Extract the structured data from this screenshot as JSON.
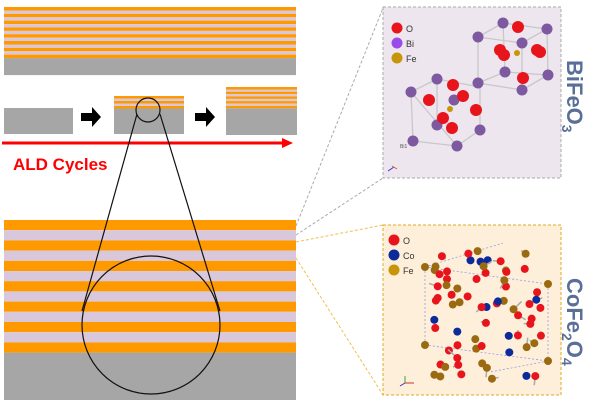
{
  "process": {
    "label": "ALD Cycles"
  },
  "bifeo3": {
    "formula_main": "BiFeO",
    "formula_sub": "3",
    "legend": [
      {
        "label": "O",
        "color": "#e8141c"
      },
      {
        "label": "Bi",
        "color": "#9b4ce8"
      },
      {
        "label": "Fe",
        "color": "#c8940a"
      }
    ],
    "atom_tag": "Bi1"
  },
  "cofe2o4": {
    "formula_parts": [
      "CoFe",
      "2",
      "O",
      "4"
    ],
    "legend": [
      {
        "label": "O",
        "color": "#e8141c"
      },
      {
        "label": "Co",
        "color": "#0c2a9a"
      },
      {
        "label": "Fe",
        "color": "#c8940a"
      }
    ]
  },
  "colors": {
    "orange": "#ff9900",
    "lilac": "#d9c8dc",
    "substrate": "#a6a6a6",
    "arrow_red": "#ff0000",
    "formula": "#5a6f98"
  }
}
